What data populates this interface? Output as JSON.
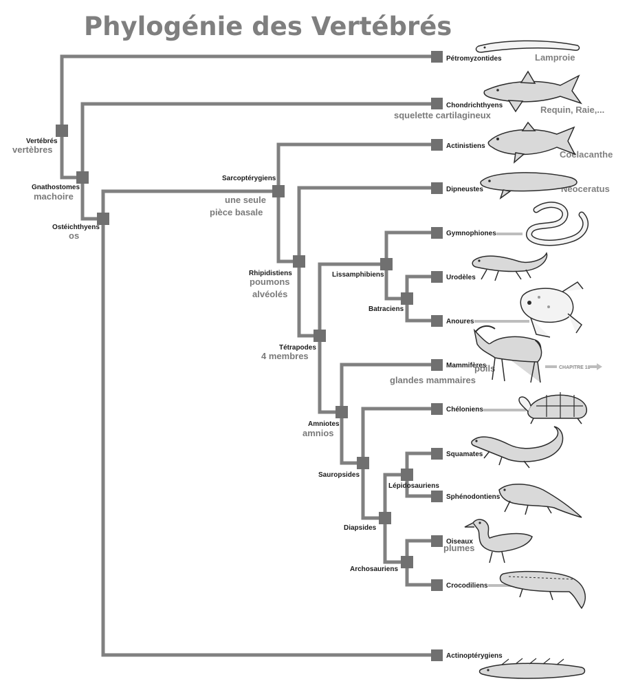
{
  "title": "Phylogénie des Vertébrés",
  "taxa": {
    "petromyzontides": "Pétromyzontides",
    "chondrichthyens": "Chondrichthyens",
    "actinistiens": "Actinistiens",
    "dipneustes": "Dipneustes",
    "gymnophiones": "Gymnophiones",
    "urodeles": "Urodèles",
    "anoures": "Anoures",
    "mammiferes": "Mammifères",
    "cheloniens": "Chéloniens",
    "squamates": "Squamates",
    "sphenodontiens": "Sphénodontiens",
    "oiseaux": "Oiseaux",
    "crocodiliens": "Crocodiliens",
    "actinopterygiens": "Actinoptérygiens"
  },
  "clades": {
    "vertebres": "Vertébrés",
    "gnathostomes": "Gnathostomes",
    "osteichthyens": "Ostéichthyens",
    "sarcopterygiens": "Sarcoptérygiens",
    "rhipidistiens": "Rhipidistiens",
    "tetrapodes": "Tétrapodes",
    "lissamphibiens": "Lissamphibiens",
    "batraciens": "Batraciens",
    "amniotes": "Amniotes",
    "sauropsides": "Sauropsides",
    "diapsides": "Diapsides",
    "lepidosauriens": "Lépidosauriens",
    "archosauriens": "Archosauriens"
  },
  "traits": {
    "vertebres": "vertèbres",
    "machoire": "machoire",
    "os": "os",
    "squelette": "squelette cartilagineux",
    "piece_line1": "une seule",
    "piece_line2": "pièce basale",
    "poumons_line1": "poumons",
    "poumons_line2": "alvéolés",
    "membres": "4 membres",
    "poils": "poils",
    "glandes": "glandes mammaires",
    "amnios": "amnios",
    "plumes": "plumes"
  },
  "animals": {
    "lamproie": "Lamproie",
    "requin": "Requin, Raie,...",
    "coelacanthe": "Coelacanthe",
    "neoceratus": "Neoceratus"
  },
  "chapter_note": "CHAPITRE 13"
}
